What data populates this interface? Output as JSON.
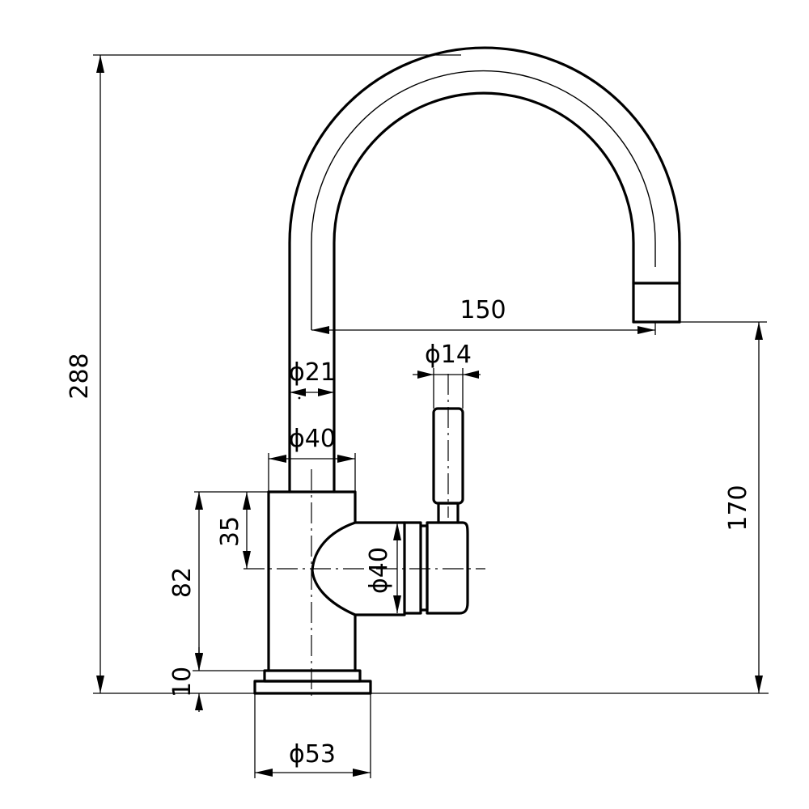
{
  "dimensions": {
    "total_height": "288",
    "spout_reach": "150",
    "spout_outlet_height": "170",
    "spout_tube_diameter": "ϕ21",
    "body_diameter": "ϕ40",
    "handle_diameter": "ϕ14",
    "lever_hub_diameter": "ϕ40",
    "lever_axis_height": "35",
    "body_height": "82",
    "base_height": "10",
    "base_diameter": "ϕ53"
  }
}
